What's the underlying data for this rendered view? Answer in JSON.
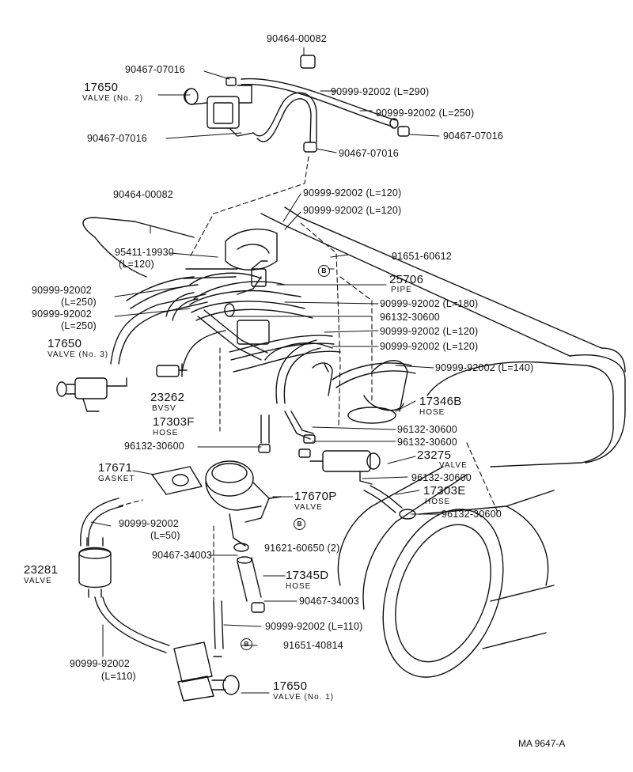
{
  "callouts": {
    "c01": "90464-00082",
    "c02": "90467-07016",
    "c03": "17650",
    "c03_sub": "VALVE (No. 2)",
    "c04": "90999-92002 (L=290)",
    "c05": "90999-92002 (L=250)",
    "c06": "90467-07016",
    "c07": "90467-07016",
    "c08": "90467-07016",
    "c09": "90999-92002 (L=120)",
    "c10": "90999-92002 (L=120)",
    "c11": "90464-00082",
    "c12": "95411-19930",
    "c12_sub": "(L=120)",
    "c13": "91651-60612",
    "c14": "25706",
    "c14_sub": "PIPE",
    "c15": "90999-92002",
    "c15_sub": "(L=250)",
    "c16": "90999-92002",
    "c16_sub": "(L=250)",
    "c17": "90999-92002 (L=180)",
    "c18": "96132-30600",
    "c19": "90999-92002 (L=120)",
    "c20": "90999-92002 (L=120)",
    "c21": "17650",
    "c21_sub": "VALVE (No. 3)",
    "c22": "90999-92002 (L=140)",
    "c23": "23262",
    "c23_sub": "BVSV",
    "c24": "17346B",
    "c24_sub": "HOSE",
    "c25": "17303F",
    "c25_sub": "HOSE",
    "c26": "96132-30600",
    "c27": "96132-30600",
    "c28": "96132-30600",
    "c29": "23275",
    "c29_sub": "VALVE",
    "c30": "17671",
    "c30_sub": "GASKET",
    "c31": "96132-30600",
    "c32": "17303E",
    "c32_sub": "HOSE",
    "c33": "17670P",
    "c33_sub": "VALVE",
    "c34": "96132-30600",
    "c35": "90999-92002",
    "c35_sub": "(L=50)",
    "c36": "91621-60650 (2)",
    "c37": "90467-34003",
    "c38": "23281",
    "c38_sub": "VALVE",
    "c39": "17345D",
    "c39_sub": "HOSE",
    "c40": "90467-34003",
    "c41": "90999-92002 (L=110)",
    "c42": "91651-40814",
    "c43": "90999-92002",
    "c43_sub": "(L=110)",
    "c44": "17650",
    "c44_sub": "VALVE (No. 1)"
  },
  "marks": {
    "b1": "B",
    "b2": "B",
    "b3": "B"
  },
  "drawing_ref": "MA 9647-A",
  "colors": {
    "ink": "#111111",
    "paper": "#ffffff"
  }
}
